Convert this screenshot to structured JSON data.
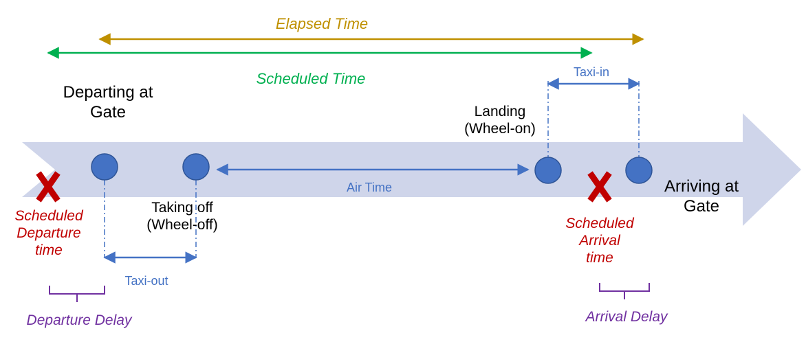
{
  "colors": {
    "band": "#cfd5ea",
    "milestone": "#4472c4",
    "interval": "#4472c4",
    "scheduled": "#c00000",
    "delay": "#7030a0",
    "elapsed": "#bf9000",
    "scheduled_time": "#00b050"
  },
  "labels": {
    "elapsed_time": "Elapsed Time",
    "scheduled_time": "Scheduled Time",
    "departing_at_gate": "Departing at\nGate",
    "arriving_at_gate": "Arriving at\nGate",
    "landing": "Landing\n(Wheel-on)",
    "taking_off": "Taking off\n(Wheel-off)",
    "taxi_in": "Taxi-in",
    "taxi_out": "Taxi-out",
    "air_time": "Air Time",
    "scheduled_departure": "Scheduled\nDeparture\ntime",
    "scheduled_arrival": "Scheduled\nArrival\ntime",
    "departure_delay": "Departure Delay",
    "arrival_delay": "Arrival Delay"
  },
  "icons": {
    "milestone": "circle",
    "scheduled_marker": "x-mark",
    "timeline": "block-arrow"
  }
}
